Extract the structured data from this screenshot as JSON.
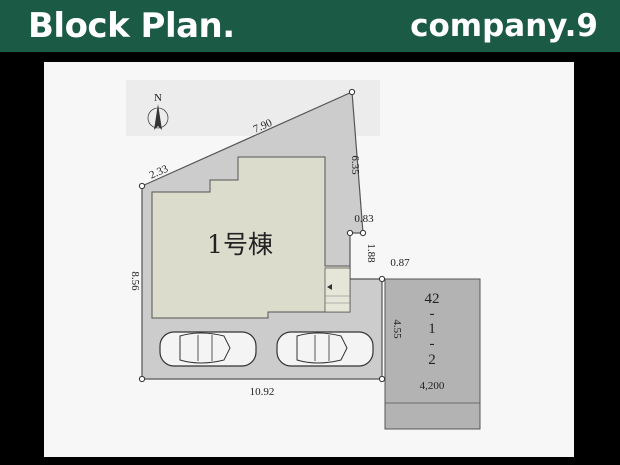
{
  "header": {
    "title": "Block Plan.",
    "company": "company.9"
  },
  "plan": {
    "building_label": "1号棟",
    "north_label": "N",
    "dimensions": {
      "top_edge": "7.90",
      "upper_left_edge": "2.33",
      "left_edge": "8.56",
      "bottom_edge": "10.92",
      "right_upper_edge": "6.35",
      "notch_width": "0.83",
      "notch_height": "1.88",
      "right_step": "0.87",
      "right_lower_edge": "4.55",
      "neighbor_width": "4,200"
    },
    "neighbor_lot": [
      "42",
      "-",
      "1",
      "-",
      "2"
    ],
    "colors": {
      "lot": "#cccccc",
      "building": "#dcdccc",
      "neighbor": "#b2b2b2",
      "header": "#1b5a45"
    }
  }
}
